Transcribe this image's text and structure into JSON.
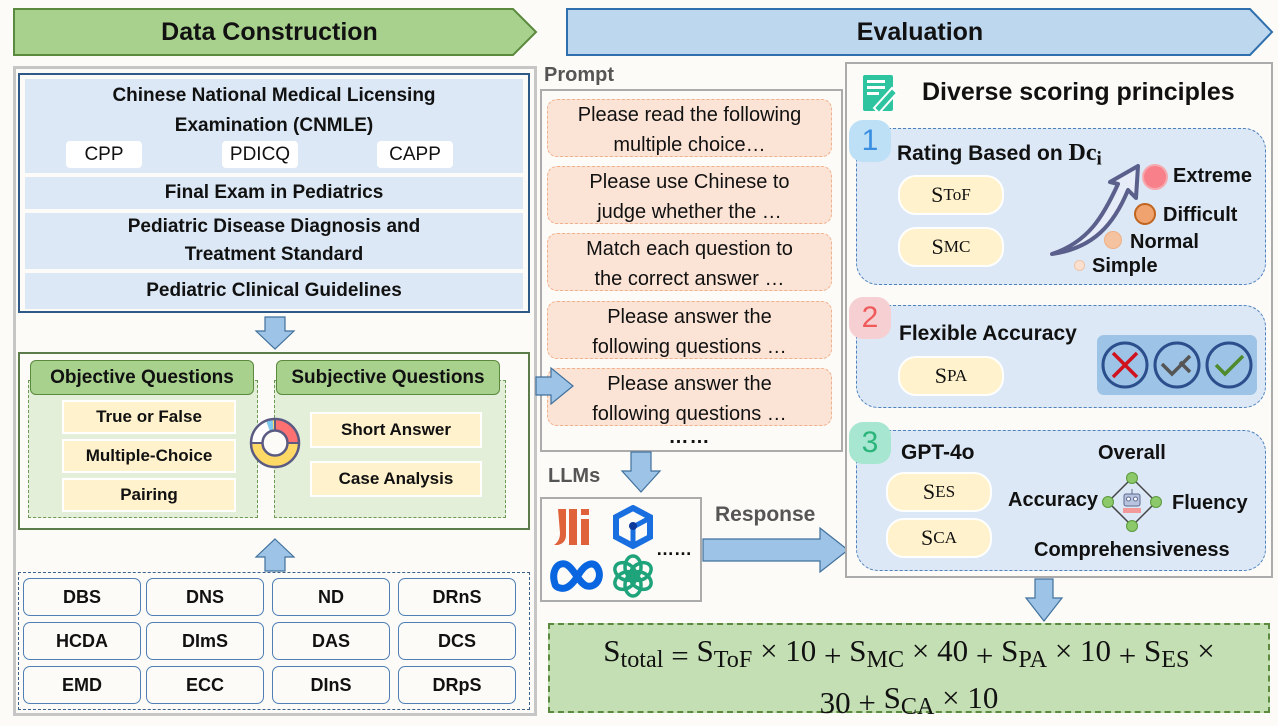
{
  "banners": {
    "data_construction": "Data Construction",
    "evaluation": "Evaluation"
  },
  "sources": {
    "cnmle_title": "Chinese National Medical Licensing Examination (CNMLE)",
    "cnmle_line1": "Chinese National Medical Licensing",
    "cnmle_line2": "Examination (CNMLE)",
    "cnmle_subsets": [
      "CPP",
      "PDICQ",
      "CAPP"
    ],
    "final_exam": "Final Exam in Pediatrics",
    "standard_line1": "Pediatric Disease Diagnosis and",
    "standard_line2": "Treatment Standard",
    "guidelines": "Pediatric Clinical Guidelines"
  },
  "questions": {
    "objective": {
      "title": "Objective Questions",
      "items": [
        "True or False",
        "Multiple-Choice",
        "Pairing"
      ]
    },
    "subjective": {
      "title": "Subjective Questions",
      "items": [
        "Short Answer",
        "Case Analysis"
      ]
    }
  },
  "departments": [
    [
      "DBS",
      "DNS",
      "ND",
      "DRnS"
    ],
    [
      "HCDA",
      "DImS",
      "DAS",
      "DCS"
    ],
    [
      "EMD",
      "ECC",
      "DInS",
      "DRpS"
    ]
  ],
  "prompt": {
    "title": "Prompt",
    "items": [
      [
        "Please read the following",
        "multiple choice…"
      ],
      [
        "Please use Chinese to",
        "judge whether the …"
      ],
      [
        "Match each question to",
        "the correct answer …"
      ],
      [
        "Please answer the",
        "following questions …"
      ],
      [
        "Please answer the",
        "following questions …"
      ]
    ],
    "more": "……"
  },
  "llms": {
    "title": "LLMs",
    "icons": [
      "qwen-logo-icon",
      "deepseek-cube-icon",
      "meta-logo-icon",
      "openai-logo-icon"
    ],
    "more": "……",
    "response_label": "Response"
  },
  "evaluation": {
    "title": "Diverse scoring principles",
    "sections": [
      {
        "number": "1",
        "title": "Rating Based on",
        "title_math": "Dc",
        "title_sub": "i",
        "scores": [
          {
            "base": "S",
            "sub": "ToF"
          },
          {
            "base": "S",
            "sub": "MC"
          }
        ],
        "levels": [
          "Extreme",
          "Difficult",
          "Normal",
          "Simple"
        ]
      },
      {
        "number": "2",
        "title": "Flexible Accuracy",
        "scores": [
          {
            "base": "S",
            "sub": "PA"
          }
        ],
        "marks": [
          "wrong-icon",
          "partial-icon",
          "correct-icon"
        ]
      },
      {
        "number": "3",
        "title": "GPT-4o",
        "scores": [
          {
            "base": "S",
            "sub": "ES"
          },
          {
            "base": "S",
            "sub": "CA"
          }
        ],
        "criteria": {
          "top": "Overall",
          "left": "Accuracy",
          "right": "Fluency",
          "bottom": "Comprehensiveness"
        }
      }
    ],
    "colors": {
      "badge1": "#3a8fe0",
      "badge2": "#ef5a5a",
      "badge3": "#2bb57a"
    }
  },
  "formula": {
    "lhs_base": "S",
    "lhs_sub": "total",
    "terms": [
      {
        "base": "S",
        "sub": "ToF",
        "weight": "10"
      },
      {
        "base": "S",
        "sub": "MC",
        "weight": "40"
      },
      {
        "base": "S",
        "sub": "PA",
        "weight": "10"
      },
      {
        "base": "S",
        "sub": "ES",
        "weight": "30"
      },
      {
        "base": "S",
        "sub": "CA",
        "weight": "10"
      }
    ]
  }
}
